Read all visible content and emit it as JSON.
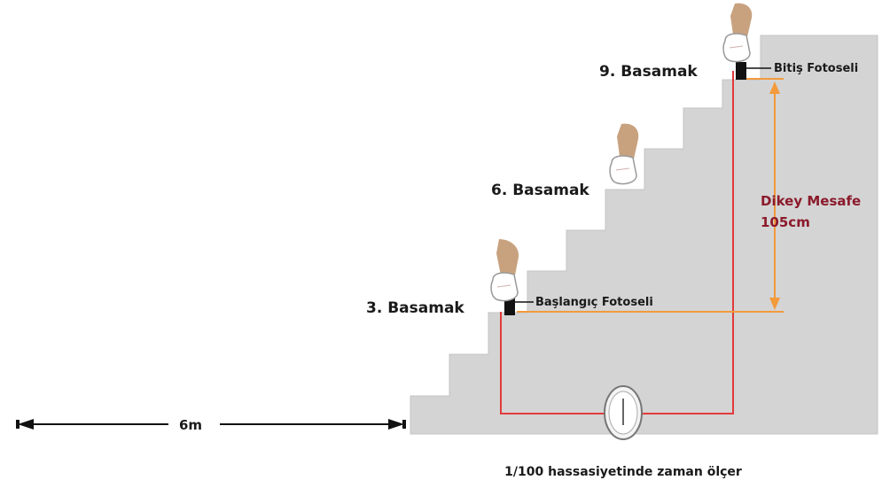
{
  "steps": {
    "step3": "3. Basamak",
    "step6": "6. Basamak",
    "step9": "9. Basamak"
  },
  "sensors": {
    "start": "Başlangıç Fotoseli",
    "finish": "Bitiş Fotoseli"
  },
  "vertical_distance": {
    "label": "Dikey Mesafe",
    "value": "105cm"
  },
  "run_up": {
    "distance": "6m"
  },
  "timer": {
    "caption": "1/100 hassasiyetinde zaman ölçer"
  },
  "colors": {
    "stairs": "#d4d4d4",
    "wire": "#e23a3a",
    "measure": "#f39a3c",
    "distance_text": "#8b1a2b",
    "sensor": "#111111"
  }
}
